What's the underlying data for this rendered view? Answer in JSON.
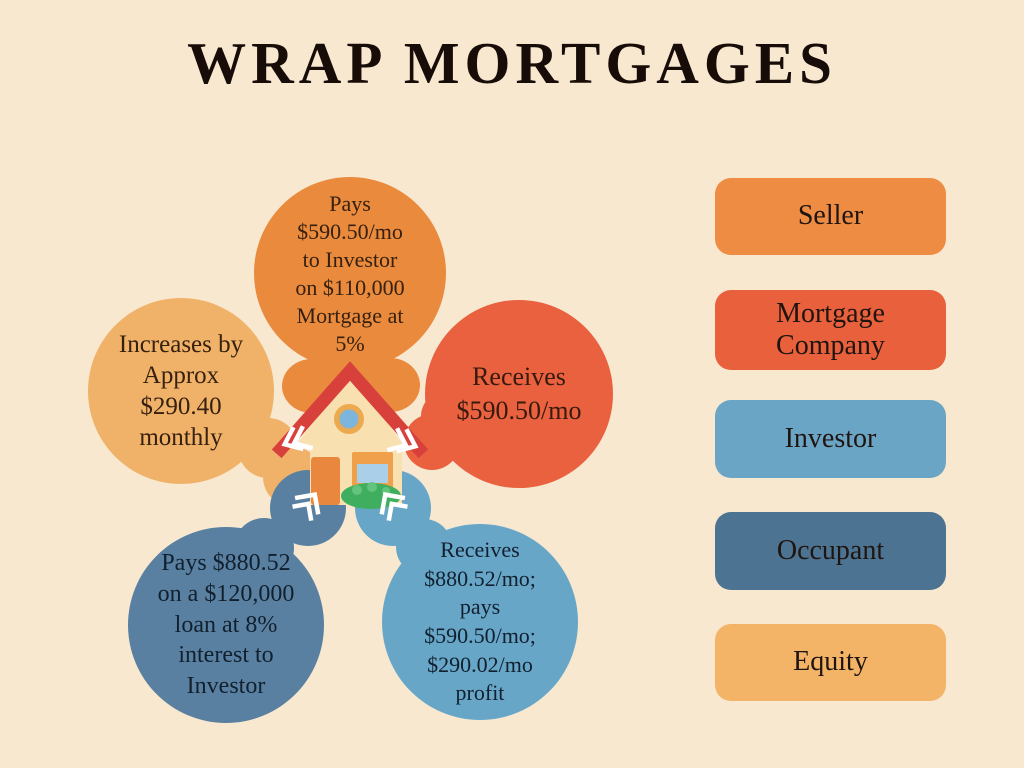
{
  "title": "WRAP MORTGAGES",
  "title_color": "#170c07",
  "background": "#f8e8d0",
  "diagram": {
    "nodes": [
      {
        "text": "Pays\n$590.50/mo\nto Investor\non $110,000\nMortgage at\n5%",
        "color": "#e98a3d",
        "text_color": "#36200f"
      },
      {
        "text": "Increases by\nApprox\n$290.40\nmonthly",
        "color": "#f0b269",
        "text_color": "#36200f"
      },
      {
        "text": "Receives\n$590.50/mo",
        "color": "#e9613f",
        "text_color": "#371a0d"
      },
      {
        "text": "Pays $880.52\non a $120,000\nloan at 8%\ninterest to\nInvestor",
        "color": "#5a80a1",
        "text_color": "#11202e"
      },
      {
        "text": "Receives\n$880.52/mo;\npays\n$590.50/mo;\n$290.02/mo\nprofit",
        "color": "#68a6c8",
        "text_color": "#11202e"
      }
    ]
  },
  "house": {
    "body": "#f9e0b0",
    "roof": "#d8403c",
    "door": "#e9873f",
    "window_frame": "#f0a04a",
    "glass": "#a9cfe9",
    "round_window_ring": "#eda94e",
    "round_window_glass": "#7db5dc",
    "bush": "#3fae5e",
    "bush_light": "#62c47d",
    "arrow": "#ffffff"
  },
  "legend": {
    "items": [
      {
        "label": "Seller",
        "color": "#ee8c43"
      },
      {
        "label": "Mortgage\nCompany",
        "color": "#e9603c"
      },
      {
        "label": "Investor",
        "color": "#6ba5c5"
      },
      {
        "label": "Occupant",
        "color": "#4d7392"
      },
      {
        "label": "Equity",
        "color": "#f3b468"
      }
    ]
  }
}
